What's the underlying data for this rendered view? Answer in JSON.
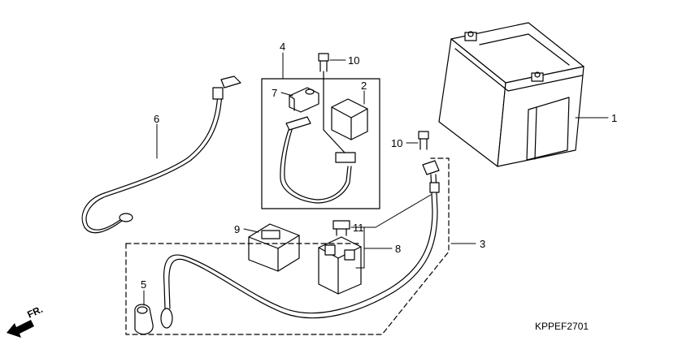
{
  "diagram_code": "KPPEF2701",
  "direction_label": "FR.",
  "callouts": {
    "battery": "1",
    "fuse_box_cover": "2",
    "ground_cable": "3",
    "starter_cable_group": "4",
    "cable_boot": "5",
    "starter_cable": "6",
    "terminal_cover": "7",
    "starter_relay": "8",
    "relay_cover": "9",
    "bolt_top": "10",
    "bolt_right": "10",
    "fuse": "11"
  }
}
